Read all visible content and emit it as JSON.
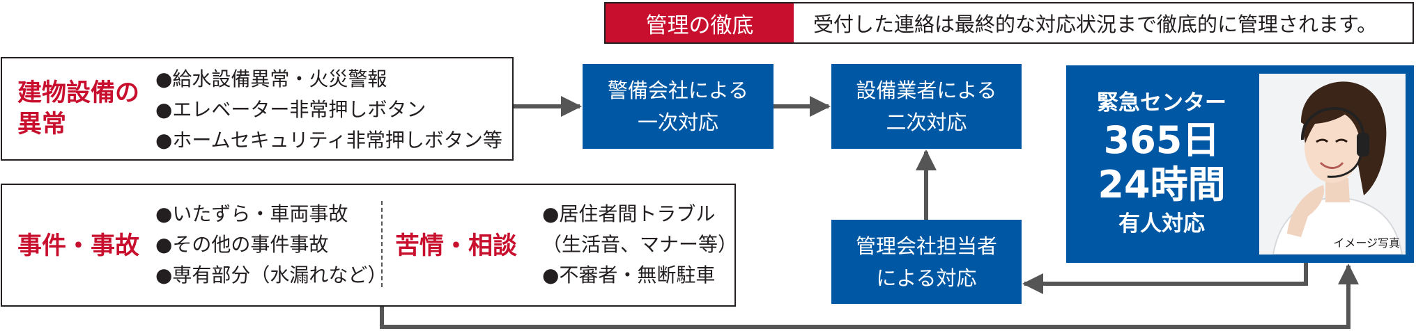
{
  "banner": {
    "tag": "管理の徹底",
    "text": "受付した連絡は最終的な対応状況まで徹底的に管理されます。"
  },
  "building": {
    "title_line1": "建物設備の",
    "title_line2": "異常",
    "items": [
      "●給水設備異常・火災警報",
      "●エレベーター非常押しボタン",
      "●ホームセキュリティ非常押しボタン等"
    ]
  },
  "incident": {
    "title": "事件・事故",
    "items": [
      "●いたずら・車両事故",
      "●その他の事件事故",
      "●専有部分（水漏れなど）"
    ]
  },
  "complaint": {
    "title": "苦情・相談",
    "items": [
      "●居住者間トラブル",
      "（生活音、マナー等）",
      "●不審者・無断駐車"
    ]
  },
  "security": {
    "line1": "警備会社による",
    "line2": "一次対応"
  },
  "contractor": {
    "line1": "設備業者による",
    "line2": "二次対応"
  },
  "manager": {
    "line1": "管理会社担当者",
    "line2": "による対応"
  },
  "center": {
    "line1": "緊急センター",
    "line2": "365日",
    "line3": "24時間",
    "line4": "有人対応",
    "photo_caption": "イメージ写真"
  },
  "colors": {
    "accent_red": "#c8102e",
    "box_blue": "#0058a4",
    "arrow_gray": "#555555"
  }
}
